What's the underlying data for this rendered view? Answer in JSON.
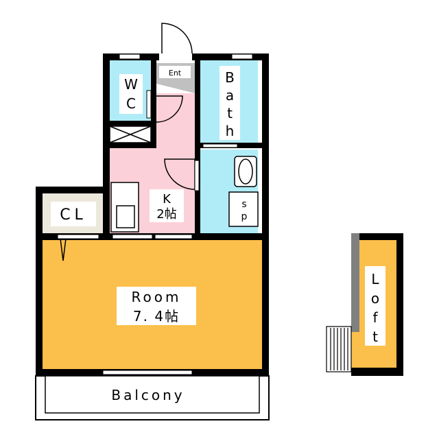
{
  "floorplan": {
    "rooms": {
      "wc": {
        "line1": "W",
        "line2": "C"
      },
      "entrance": {
        "label": "Ent"
      },
      "bath": {
        "letters": [
          "B",
          "a",
          "t",
          "h"
        ]
      },
      "kitchen": {
        "line1": "K",
        "line2": "2帖"
      },
      "sp": {
        "letters": [
          "s",
          "p"
        ]
      },
      "closet": {
        "label": "CL"
      },
      "room": {
        "line1": "Room",
        "line2": "7. 4帖"
      },
      "balcony": {
        "label": "Balcony"
      },
      "loft": {
        "letters": [
          "L",
          "o",
          "f",
          "t"
        ]
      }
    },
    "colors": {
      "wall": "#000000",
      "wc_fill": "#b0ecf8",
      "bath_fill": "#b0ecf8",
      "kitchen_fill": "#fcd0d8",
      "room_fill": "#fbbf4b",
      "closet_fill": "#ece9dc",
      "entrance_fill": "#c0c0c0",
      "label_bg": "#ffffff"
    }
  }
}
